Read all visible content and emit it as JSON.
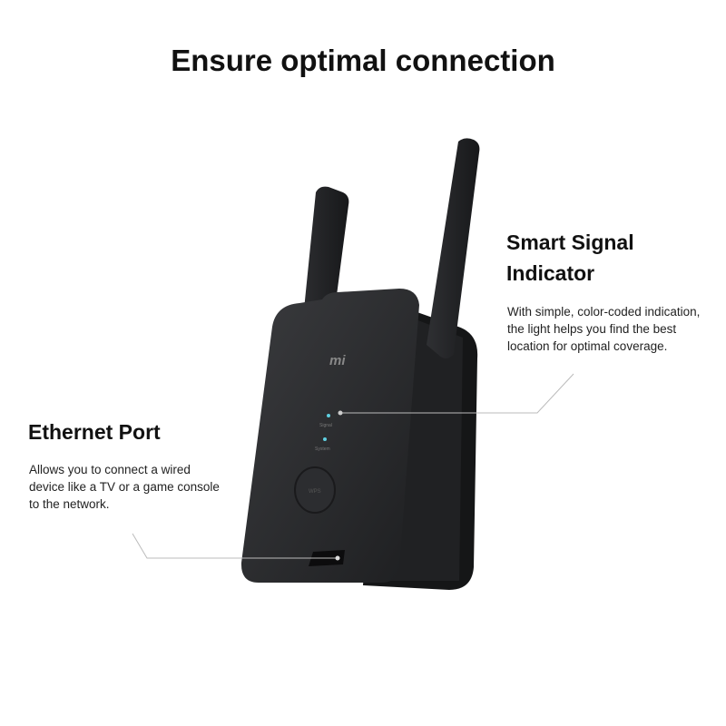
{
  "title": "Ensure optimal connection",
  "signal": {
    "heading_line1": "Smart Signal",
    "heading_line2": "Indicator",
    "desc": [
      "With simple, color-coded indication,",
      "the light helps you find the best",
      "location for optimal coverage."
    ]
  },
  "ethernet": {
    "heading": "Ethernet Port",
    "desc": [
      "Allows you to connect a wired",
      "device like a TV or a game console",
      "to the network."
    ]
  },
  "device": {
    "logo": "mi",
    "led_labels": [
      "Signal",
      "System"
    ],
    "button_label": "WPS",
    "led_color": "#5fd0e0",
    "body_color": "#2a2b2d"
  }
}
